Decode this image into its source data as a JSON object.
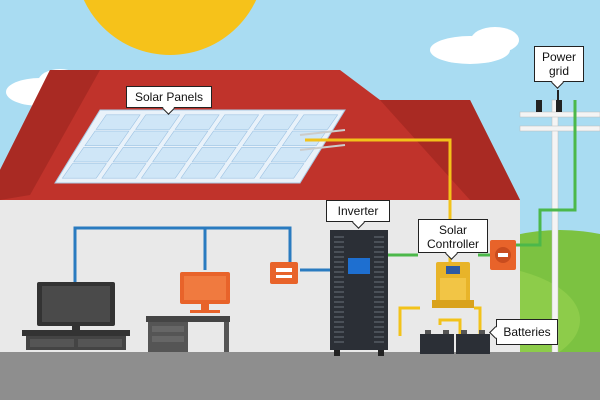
{
  "labels": {
    "solar_panels": "Solar Panels",
    "inverter": "Inverter",
    "solar_controller": "Solar Controller",
    "power_grid": "Power grid",
    "batteries": "Batteries"
  },
  "colors": {
    "sky": "#a9dcf2",
    "sun": "#f6c21a",
    "roof": "#c0332b",
    "wall": "#e9e9e9",
    "ground": "#8e8e8e",
    "panel": "#cfe6f7",
    "wire_blue": "#2a7bc0",
    "wire_yellow": "#f2c21a",
    "wire_green": "#4cb84a",
    "accent_orange": "#e8632a",
    "inverter_body": "#2b2f36"
  }
}
